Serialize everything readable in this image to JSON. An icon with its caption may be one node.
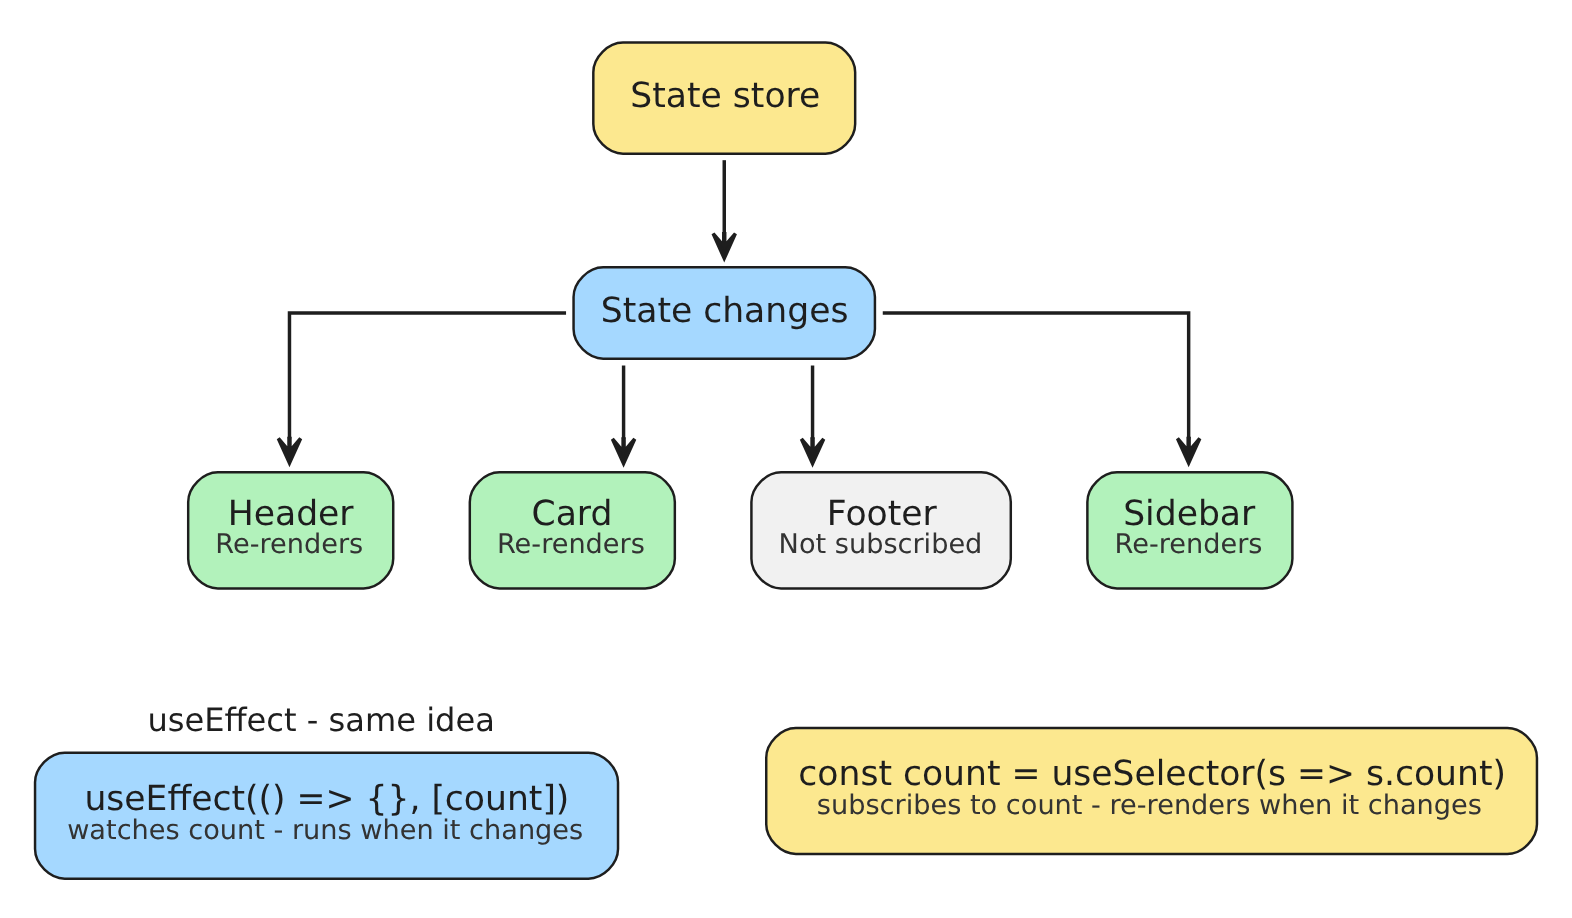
{
  "diagram": {
    "nodes": [
      {
        "text": [
          "State store"
        ]
      },
      {
        "text": [
          "State changes"
        ]
      },
      {
        "text": [
          "Header",
          "Re-renders"
        ]
      },
      {
        "text": [
          "Card",
          "Re-renders"
        ]
      },
      {
        "text": [
          "Footer",
          "Not subscribed"
        ]
      },
      {
        "text": [
          "Sidebar",
          "Re-renders"
        ]
      },
      {
        "text": [
          "useEffect - same idea",
          "useEffect(() => {}, [count])",
          "watches count - runs when it changes"
        ]
      },
      {
        "text": [
          "const count = useSelector(s => s.count)",
          "subscribes to count - re-renders when it changes"
        ]
      }
    ],
    "edges": [
      {
        "from": 0,
        "to": 1,
        "arrow": "to"
      },
      {
        "from": 1,
        "to": 2,
        "arrow": "to"
      },
      {
        "from": 1,
        "to": 3,
        "arrow": "to"
      },
      {
        "from": 1,
        "to": 4,
        "arrow": "to"
      },
      {
        "from": 1,
        "to": 5,
        "arrow": "to"
      }
    ]
  }
}
